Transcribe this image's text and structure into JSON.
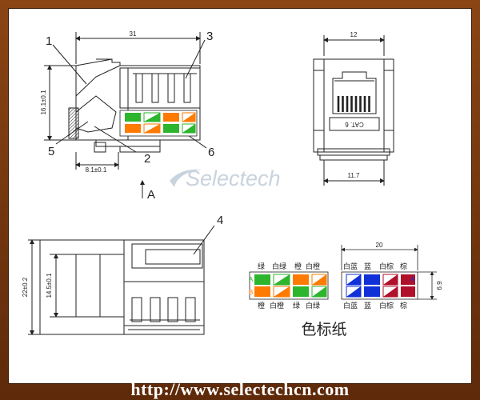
{
  "dimensions": {
    "side_width": "31",
    "side_height": "16.1±0.1",
    "side_bottom": "8.1±0.1",
    "front_width": "12",
    "front_bottom": "11.7",
    "bottom_height": "22±0.2",
    "bottom_inner": "14.5±0.1",
    "label_width": "20",
    "label_height": "6.9"
  },
  "callouts": [
    "1",
    "2",
    "3",
    "4",
    "5",
    "6"
  ],
  "view_arrow": "A",
  "cat_label": "CAT. 6",
  "watermark": "Selectech",
  "color_label_a": {
    "top": [
      "绿",
      "白绿",
      "橙",
      "白橙"
    ],
    "bottom": [
      "橙",
      "白橙",
      "绿",
      "白绿"
    ]
  },
  "color_label_b": {
    "top": [
      "白蓝",
      "蓝",
      "白棕",
      "棕"
    ],
    "bottom": [
      "白蓝",
      "蓝",
      "白棕",
      "棕"
    ]
  },
  "row_letters": [
    "A",
    "B"
  ],
  "caption": "色标纸",
  "footer_url": "http://www.selectechcn.com",
  "colors": {
    "green": "#2db52d",
    "orange": "#ff7a00",
    "blue": "#1030d8",
    "brown": "#b0102a",
    "frame": "#7a3a10"
  }
}
